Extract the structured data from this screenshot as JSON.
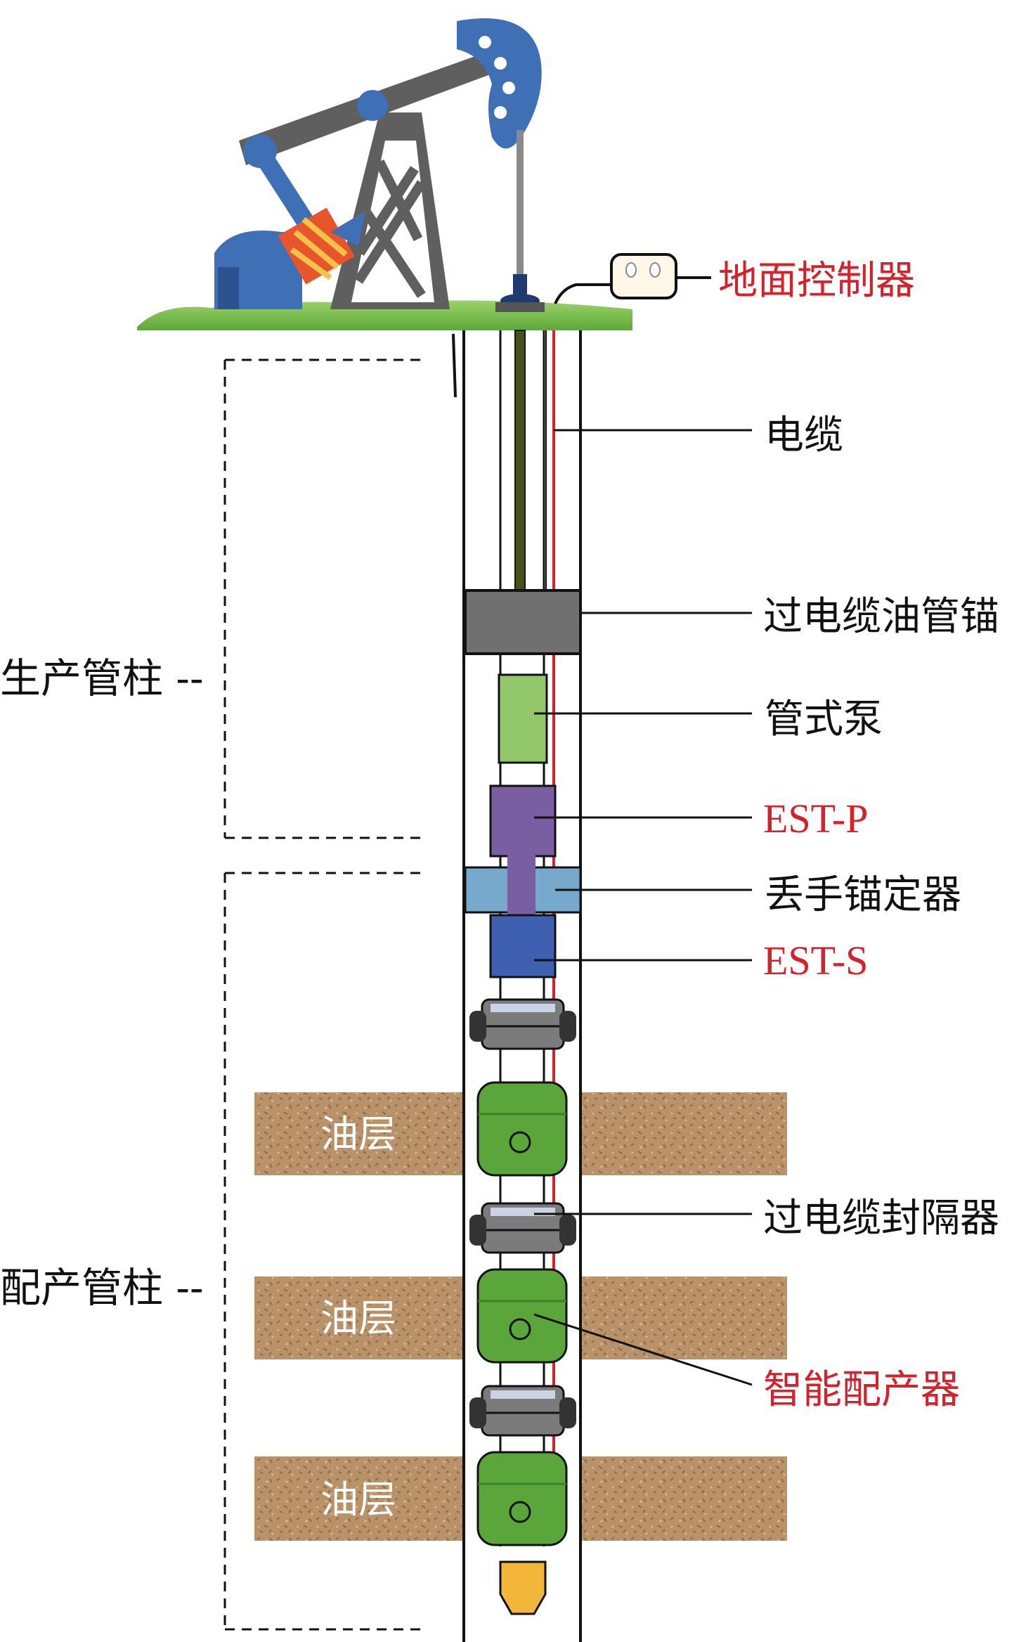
{
  "colors": {
    "label_black": "#111111",
    "label_red": "#d6202a",
    "cable_red": "#d6202a",
    "tubing_dark": "#4b4f18",
    "anchor_gray": "#707070",
    "pump_green": "#93c86a",
    "est_p_purple": "#7a5ea2",
    "anchor_blue": "#76a9cc",
    "est_s_blue": "#3f5fb0",
    "distributor_green": "#5aa63b",
    "packer_gray": "#7b7b7b",
    "oil_layer_brown": "#b9926a",
    "nozzle_yellow": "#f2b63a",
    "ground_green": "#79c24a",
    "pumpjack_blue": "#3f6fb5"
  },
  "icons": {
    "pumpjack": "pumpjack-icon",
    "controller": "controller-box-icon"
  },
  "labels": {
    "ground_controller": "地面控制器",
    "cable": "电缆",
    "tubing_anchor": "过电缆油管锚",
    "tube_pump": "管式泵",
    "est_p": "EST-P",
    "release_anchor": "丢手锚定器",
    "est_s": "EST-S",
    "cable_packer": "过电缆封隔器",
    "smart_distributor": "智能配产器",
    "production_string": "生产管柱 --",
    "distribution_string": "配产管柱 --"
  },
  "oil_layers": [
    "油层",
    "油层",
    "油层"
  ]
}
